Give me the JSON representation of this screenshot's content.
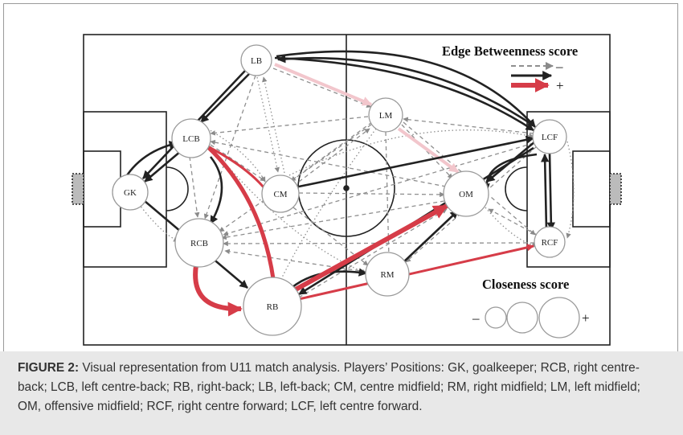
{
  "figure": {
    "legend_edge_title": "Edge Betweenness score",
    "legend_edge_minus": "–",
    "legend_edge_plus": "+",
    "legend_node_title": "Closeness score",
    "legend_node_minus": "–",
    "legend_node_plus": "+",
    "colors": {
      "edge_high": "#d63c48",
      "edge_mid": "#222222",
      "edge_low": "#9a9a9a",
      "edge_faint_pink": "#f2c6cc",
      "pitch_line": "#222222"
    },
    "nodes": [
      {
        "id": "LB",
        "label": "LB"
      },
      {
        "id": "LCB",
        "label": "LCB"
      },
      {
        "id": "GK",
        "label": "GK"
      },
      {
        "id": "RCB",
        "label": "RCB"
      },
      {
        "id": "RB",
        "label": "RB"
      },
      {
        "id": "CM",
        "label": "CM"
      },
      {
        "id": "LM",
        "label": "LM"
      },
      {
        "id": "RM",
        "label": "RM"
      },
      {
        "id": "OM",
        "label": "OM"
      },
      {
        "id": "LCF",
        "label": "LCF"
      },
      {
        "id": "RCF",
        "label": "RCF"
      }
    ]
  },
  "caption": {
    "label": "FIGURE 2:",
    "text": " Visual representation from U11 match analysis. Players’ Positions: GK, goalkeeper; RCB, right centre-back; LCB, left centre-back; RB, right-back; LB, left-back; CM, centre midfield; RM, right midfield; LM, left midfield; OM, offensive midfield; RCF, right centre forward; LCF, left centre forward."
  }
}
